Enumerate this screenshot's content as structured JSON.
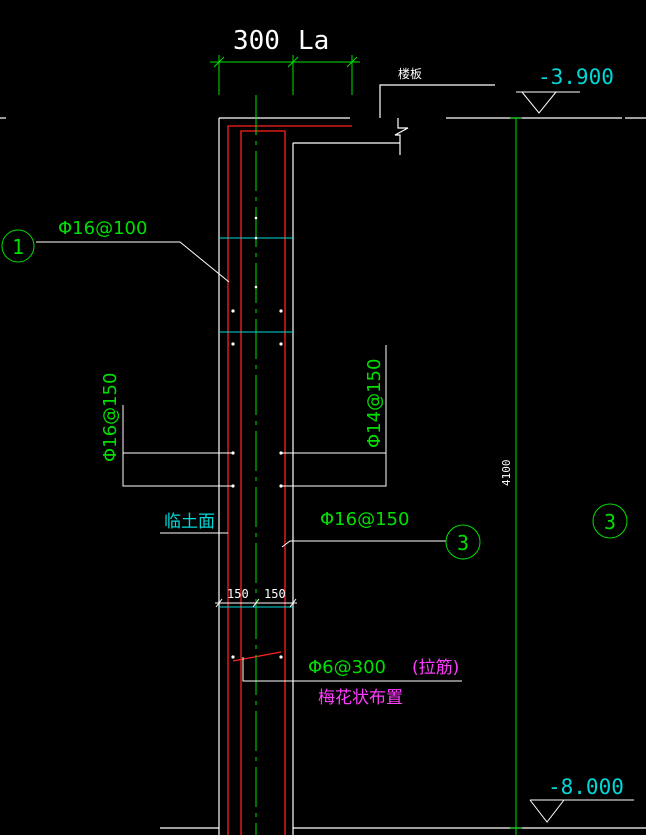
{
  "colors": {
    "background": "#000000",
    "white": "#ffffff",
    "red": "#ff2020",
    "green": "#00e000",
    "cyan": "#00d8d8",
    "teal": "#00c8a0",
    "magenta": "#ff3cff"
  },
  "labels": {
    "top_dim_300": "300",
    "top_dim_la": "La",
    "floor_slab": "楼板",
    "elevation_top": "-3.900",
    "elevation_bottom": "-8.000",
    "callout_1": "1",
    "callout_3_left": "3",
    "callout_3_right": "3",
    "rebar_phi16_100": "Φ16@100",
    "rebar_phi16_150_vertical": "Φ16@150",
    "rebar_phi14_150": "Φ14@150",
    "soil_face": "临土面",
    "rebar_phi16_150_horizontal": "Φ16@150",
    "dim_150_left": "150",
    "dim_150_right": "150",
    "tie_bar": "Φ6@300",
    "tie_bar_type": "(拉筋)",
    "tie_layout": "梅花状布置",
    "height_dim": "4100"
  }
}
